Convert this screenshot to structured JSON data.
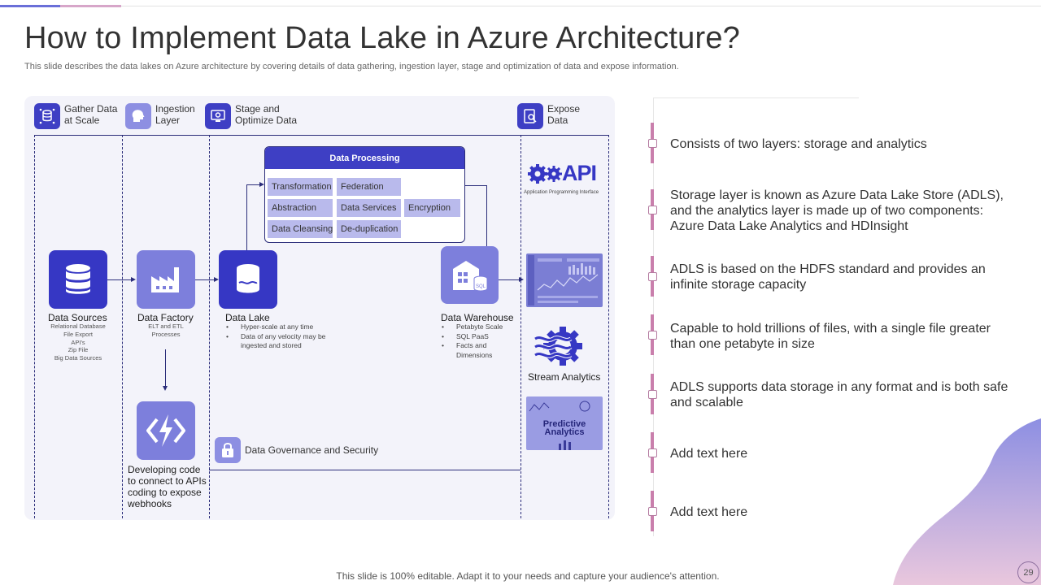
{
  "title": "How to Implement Data Lake in Azure Architecture?",
  "subtitle": "This slide describes the data lakes on Azure architecture by covering details of data gathering, ingestion layer, stage and optimization of data and expose information.",
  "stages": {
    "gather": "Gather Data\nat Scale",
    "ingestion": "Ingestion\nLayer",
    "stage": "Stage and\nOptimize Data",
    "expose": "Expose\nData"
  },
  "nodes": {
    "sources": {
      "title": "Data Sources",
      "sub": "Relational Database\nFile Export\nAPI's\nZip File\nBig Data Sources"
    },
    "factory": {
      "title": "Data Factory",
      "sub": "ELT and ETL\nProcesses"
    },
    "lake": {
      "title": "Data Lake",
      "items": [
        "Hyper-scale at any time",
        "Data of any velocity may be ingested and stored"
      ]
    },
    "warehouse": {
      "title": "Data Warehouse",
      "items": [
        "Petabyte Scale",
        "SQL PaaS",
        "Facts and Dimensions"
      ]
    }
  },
  "processing": {
    "title": "Data Processing",
    "chips": [
      "Transformation",
      "Federation",
      "Abstraction",
      "Data Services",
      "Encryption",
      "Data Cleansing",
      "De-duplication"
    ]
  },
  "expose": {
    "api_text": "API",
    "api_caption": "Application Programming Interface",
    "stream_label": "Stream Analytics",
    "predictive_text": "Predictive\nAnalytics"
  },
  "governance": "Data Governance and Security",
  "developing": "Developing code to connect to APIs coding to expose webhooks",
  "points": [
    "Consists of two layers: storage and analytics",
    "Storage layer is known as Azure Data Lake Store (ADLS), and the analytics layer is made up of two components: Azure Data Lake Analytics and HDInsight",
    "ADLS is based on the HDFS standard and provides an infinite storage capacity",
    "Capable to hold trillions of files, with a single file greater than one petabyte in size",
    "ADLS supports data storage in any format and is both safe and scalable",
    "Add text here",
    "Add text here"
  ],
  "footer": "This slide is 100% editable. Adapt it to your needs and capture your audience's attention.",
  "page_number": "29",
  "colors": {
    "primary": "#3e3fc4",
    "secondary": "#7d7fdc",
    "accent": "#c97fac",
    "panel": "#f3f3fa"
  }
}
